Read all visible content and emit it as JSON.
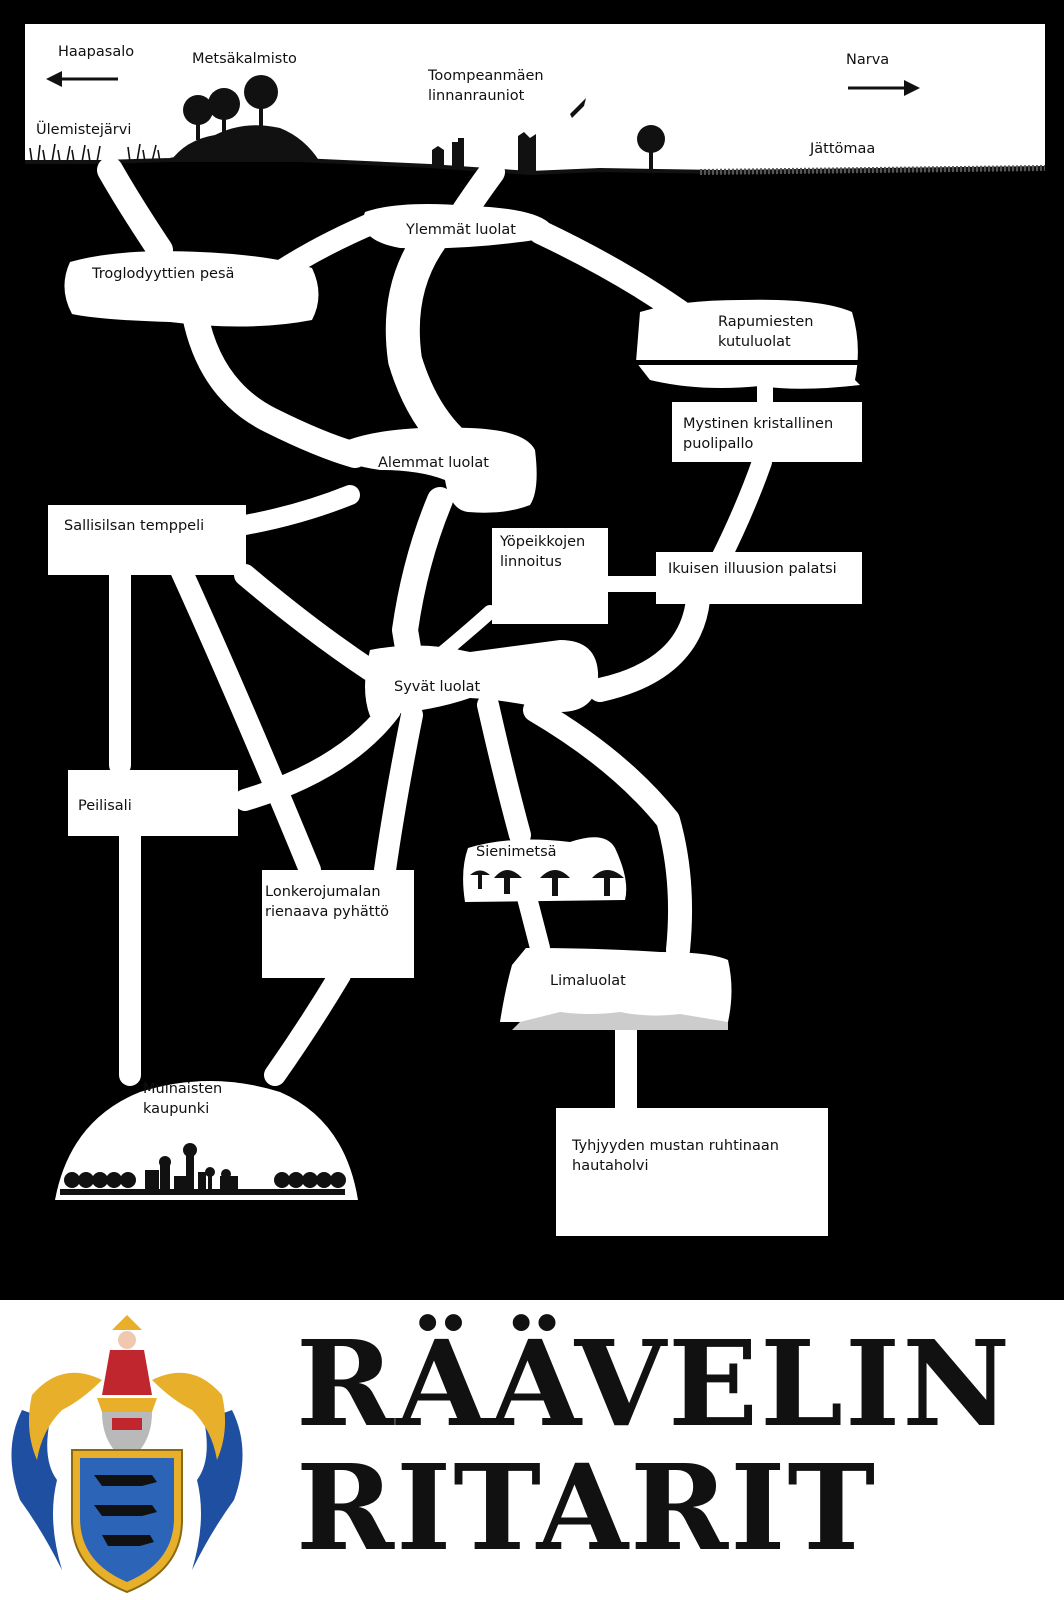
{
  "surface": {
    "haapasalo": "Haapasalo",
    "metsakalmisto": "Metsäkalmisto",
    "toompea": [
      "Toompeanmäen",
      "linnanrauniot"
    ],
    "narva": "Narva",
    "ulemistejarvi": "Ülemistejärvi",
    "jattomaa": "Jättömaa"
  },
  "locations": {
    "ylemmat_luolat": "Ylemmät luolat",
    "troglodyyttien_pesa": "Troglodyyttien pesä",
    "rapumiesten": [
      "Rapumiesten",
      "kutuluolat"
    ],
    "kristallinen": [
      "Mystinen kristallinen",
      "puolipallo"
    ],
    "alemmat_luolat": "Alemmat luolat",
    "sallisilsan": "Sallisilsan temppeli",
    "yopeikkojen": [
      "Yöpeikkojen",
      "linnoitus"
    ],
    "ikuisen": "Ikuisen illuusion palatsi",
    "syvat_luolat": "Syvät luolat",
    "peilisali": "Peilisali",
    "sienimetsa": "Sienimetsä",
    "lonkerojumalan": [
      "Lonkerojumalan",
      "rienaava pyhättö"
    ],
    "limaluolat": "Limaluolat",
    "muinaisten": [
      "Muinaisten",
      "kaupunki"
    ],
    "tyhjyyden": [
      "Tyhjyyden mustan ruhtinaan",
      "hautaholvi"
    ]
  },
  "title": {
    "line1": "RÄÄVELIN",
    "line2": "RITARIT"
  },
  "colors": {
    "background": "#000000",
    "passage": "#ffffff",
    "text": "#111111",
    "shield_gold": "#e8b02a",
    "mantling_blue": "#1f4fa0",
    "crest_red": "#c0262d"
  }
}
